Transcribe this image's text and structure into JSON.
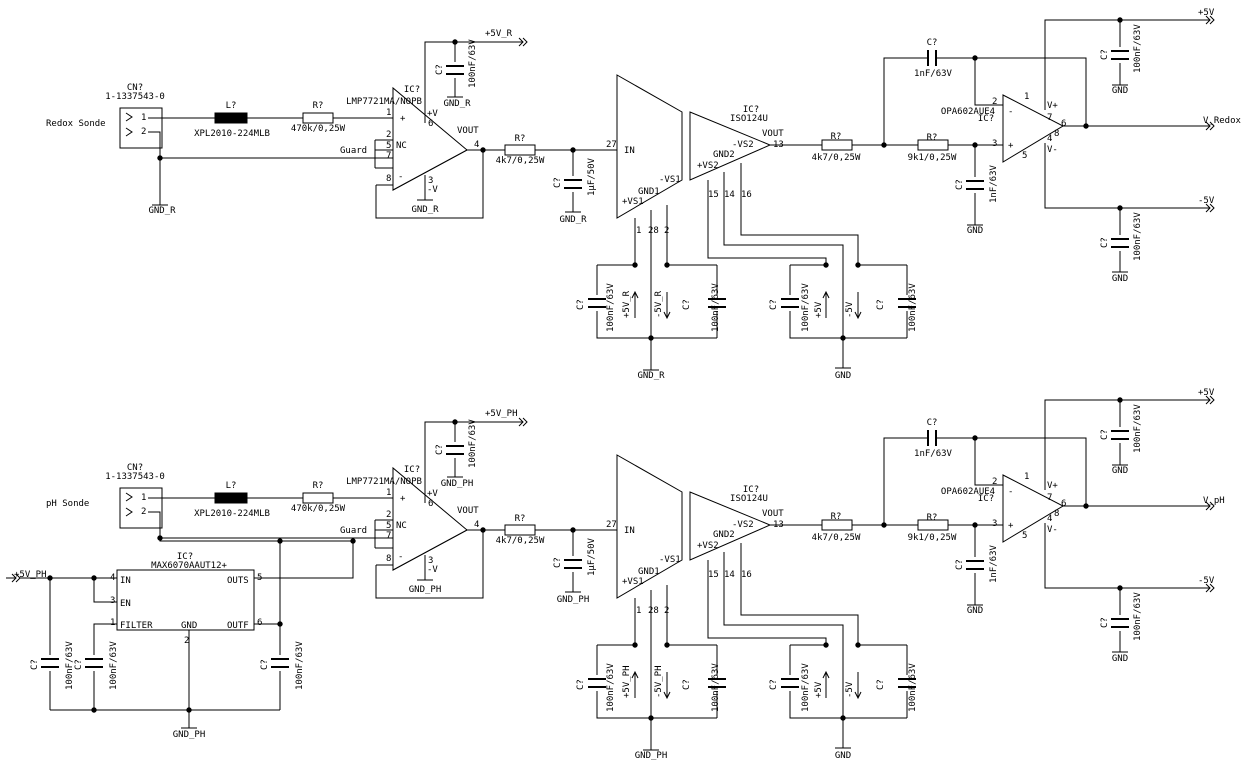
{
  "top": {
    "conn": {
      "ref": "CN?",
      "part": "1-1337543-0",
      "sonde": "Redox Sonde",
      "pin1": "1",
      "pin2": "2"
    },
    "ind": {
      "ref": "L?",
      "part": "XPL2010-224MLB"
    },
    "r1": {
      "ref": "R?",
      "val": "470k/0,25W"
    },
    "opamp1": {
      "ref": "IC?",
      "part": "LMP7721MA/NOPB",
      "guard": "Guard",
      "nc": "NC",
      "vout": "VOUT",
      "vp": "+V",
      "vn": "-V",
      "plus": "+",
      "minus": "-",
      "p1": "1",
      "p2": "2",
      "p3": "3",
      "p4": "4",
      "p5": "5",
      "p6": "6",
      "p7": "7",
      "p8": "8"
    },
    "c1": {
      "ref": "C?",
      "val": "100nF/63V"
    },
    "pwr1": "+5V_R",
    "gnd1": "GND_R",
    "gnd_conn": "GND_R",
    "gnd_bot": "GND_R",
    "r2": {
      "ref": "R?",
      "val": "4k7/0,25W"
    },
    "c2": {
      "ref": "C?",
      "val": "1µF/50V",
      "gnd": "GND_R"
    },
    "iso": {
      "ref": "IC?",
      "part": "ISO124U",
      "in": "IN",
      "pin27": "27",
      "gnd1": "GND1",
      "vs1m": "-VS1",
      "vs1p": "+VS1",
      "p1": "1",
      "p28": "28",
      "p2": "2",
      "vs2m": "-VS2",
      "vs2p": "+VS2",
      "gnd2": "GND2",
      "vout": "VOUT",
      "p13": "13",
      "p15": "15",
      "p14": "14",
      "p16": "16"
    },
    "dec1": {
      "c": "C?",
      "v": "100nF/63V",
      "pp": "+5V_R",
      "pn": "-5V_R"
    },
    "dec2": {
      "c": "C?",
      "v": "100nF/63V",
      "pp": "+5V",
      "pn": "-5V",
      "gnd": "GND"
    },
    "r3": {
      "ref": "R?",
      "val": "4k7/0,25W"
    },
    "r4": {
      "ref": "R?",
      "val": "9k1/0,25W"
    },
    "c3": {
      "ref": "C?",
      "val": "1nF/63V",
      "gnd": "GND"
    },
    "cf": {
      "ref": "C?",
      "val": "1nF/63V"
    },
    "opamp2": {
      "ref": "IC?",
      "part": "OPA602AUE4",
      "vp": "V+",
      "vn": "V-",
      "plus": "+",
      "minus": "-",
      "p1": "1",
      "p2": "2",
      "p3": "3",
      "p4": "4",
      "p5": "5",
      "p6": "6",
      "p7": "7",
      "p8": "8"
    },
    "pos": {
      "net": "+5V",
      "c": "C?",
      "v": "100nF/63V",
      "gnd": "GND"
    },
    "neg": {
      "net": "-5V",
      "c": "C?",
      "v": "100nF/63V",
      "gnd": "GND"
    },
    "out": "V_Redox"
  },
  "bottom": {
    "conn": {
      "ref": "CN?",
      "part": "1-1337543-0",
      "sonde": "pH Sonde",
      "pin1": "1",
      "pin2": "2"
    },
    "ind": {
      "ref": "L?",
      "part": "XPL2010-224MLB"
    },
    "r1": {
      "ref": "R?",
      "val": "470k/0,25W"
    },
    "opamp1": {
      "ref": "IC?",
      "part": "LMP7721MA/NOPB",
      "guard": "Guard",
      "nc": "NC",
      "vout": "VOUT",
      "vp": "+V",
      "vn": "-V",
      "plus": "+",
      "minus": "-",
      "p1": "1",
      "p2": "2",
      "p3": "3",
      "p4": "4",
      "p5": "5",
      "p6": "6",
      "p7": "7",
      "p8": "8"
    },
    "c1": {
      "ref": "C?",
      "val": "100nF/63V"
    },
    "pwr1": "+5V_PH",
    "gnd1": "GND_PH",
    "gnd_conn": "GND_PH",
    "gnd_bot": "GND_PH",
    "r2": {
      "ref": "R?",
      "val": "4k7/0,25W"
    },
    "c2": {
      "ref": "C?",
      "val": "1µF/50V",
      "gnd": "GND_PH"
    },
    "iso": {
      "ref": "IC?",
      "part": "ISO124U",
      "in": "IN",
      "pin27": "27",
      "gnd1": "GND1",
      "vs1m": "-VS1",
      "vs1p": "+VS1",
      "p1": "1",
      "p28": "28",
      "p2": "2",
      "vs2m": "-VS2",
      "vs2p": "+VS2",
      "gnd2": "GND2",
      "vout": "VOUT",
      "p13": "13",
      "p15": "15",
      "p14": "14",
      "p16": "16"
    },
    "dec1": {
      "c": "C?",
      "v": "100nF/63V",
      "pp": "+5V_PH",
      "pn": "-5V_PH"
    },
    "dec2": {
      "c": "C?",
      "v": "100nF/63V",
      "pp": "+5V",
      "pn": "-5V",
      "gnd": "GND"
    },
    "r3": {
      "ref": "R?",
      "val": "4k7/0,25W"
    },
    "r4": {
      "ref": "R?",
      "val": "9k1/0,25W"
    },
    "c3": {
      "ref": "C?",
      "val": "1nF/63V",
      "gnd": "GND"
    },
    "cf": {
      "ref": "C?",
      "val": "1nF/63V"
    },
    "opamp2": {
      "ref": "IC?",
      "part": "OPA602AUE4",
      "vp": "V+",
      "vn": "V-",
      "plus": "+",
      "minus": "-",
      "p1": "1",
      "p2": "2",
      "p3": "3",
      "p4": "4",
      "p5": "5",
      "p6": "6",
      "p7": "7",
      "p8": "8"
    },
    "pos": {
      "net": "+5V",
      "c": "C?",
      "v": "100nF/63V",
      "gnd": "GND"
    },
    "neg": {
      "net": "-5V",
      "c": "C?",
      "v": "100nF/63V",
      "gnd": "GND"
    },
    "out": "V_pH",
    "ref": {
      "ic": "IC?",
      "part": "MAX6070AAUT12+",
      "in": "IN",
      "en": "EN",
      "filter": "FILTER",
      "gnd": "GND",
      "outs": "OUTS",
      "outf": "OUTF",
      "p4": "4",
      "p3": "3",
      "p1": "1",
      "p2": "2",
      "p5": "5",
      "p6": "6",
      "net": "+5V_PH",
      "c1": "C?",
      "c1v": "100nF/63V",
      "c2": "C?",
      "c2v": "100nF/63V",
      "c3": "C?",
      "c3v": "100nF/63V",
      "gnd_net": "GND_PH"
    }
  }
}
